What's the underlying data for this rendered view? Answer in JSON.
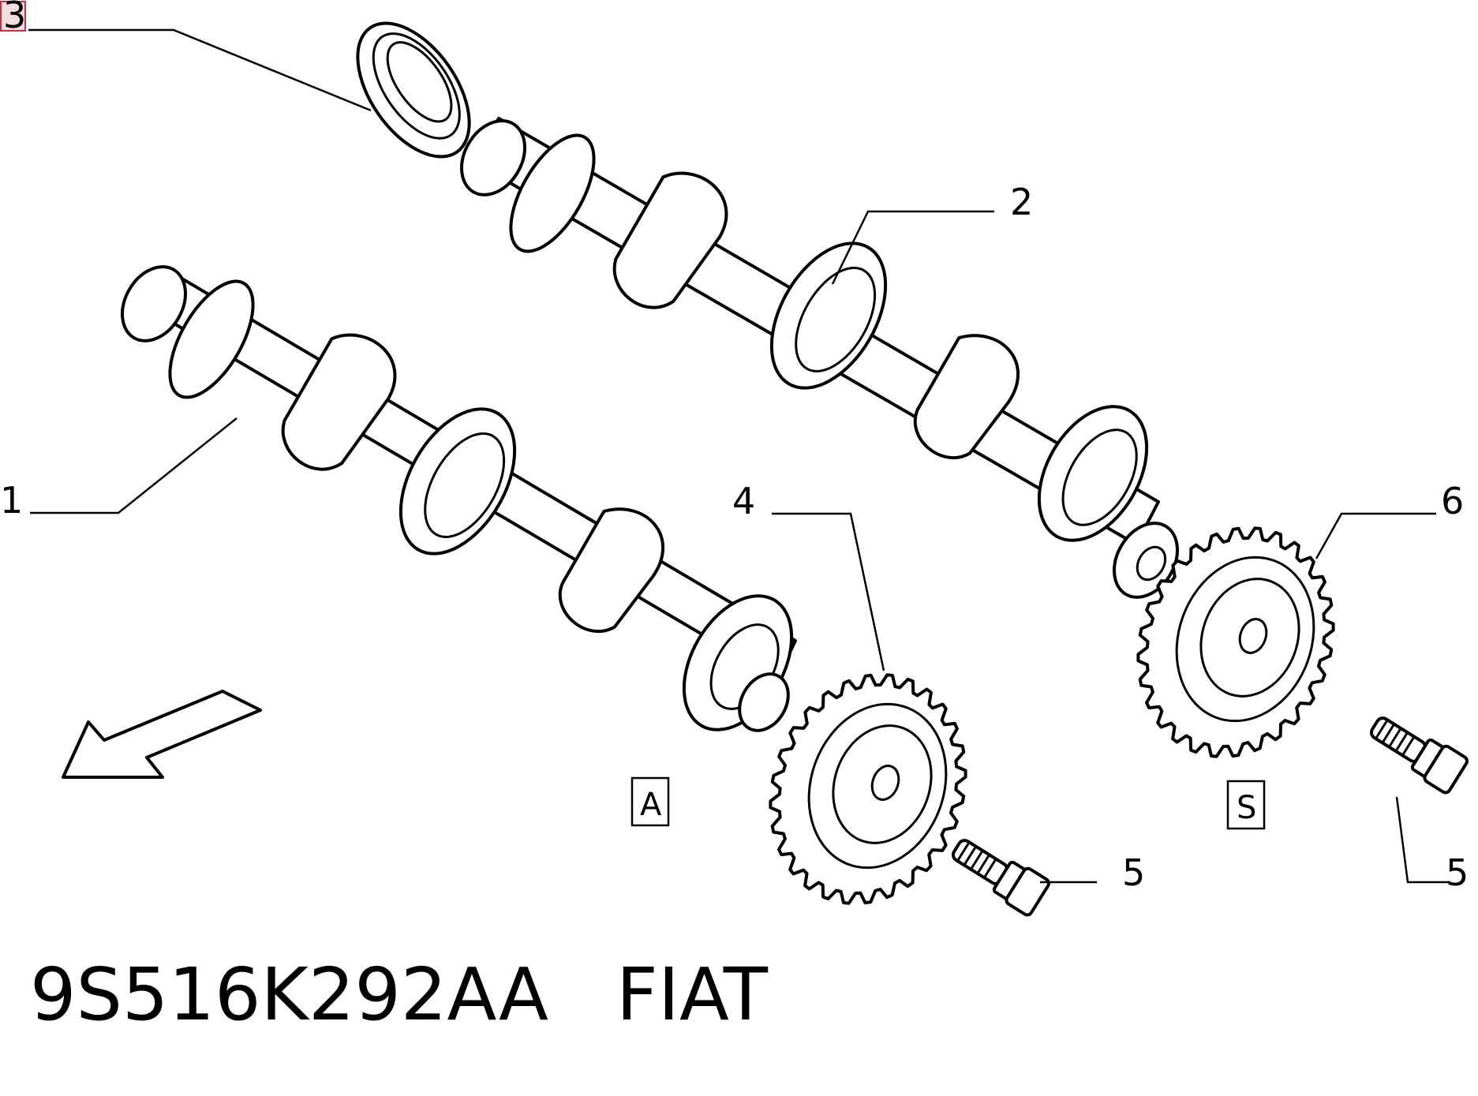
{
  "callouts": {
    "c1": "1",
    "c2": "2",
    "c3": "3",
    "c4": "4",
    "c5a": "5",
    "c5b": "5",
    "c6": "6"
  },
  "views": {
    "a": "A",
    "s": "S"
  },
  "footer": {
    "part_number": "9S516K292AA",
    "brand": "FIAT"
  },
  "colors": {
    "line": "#000000",
    "background": "#ffffff",
    "highlight_fill": "#f4dde0",
    "highlight_border": "#c0343e"
  },
  "icons": {
    "direction": "direction-arrow-icon"
  }
}
